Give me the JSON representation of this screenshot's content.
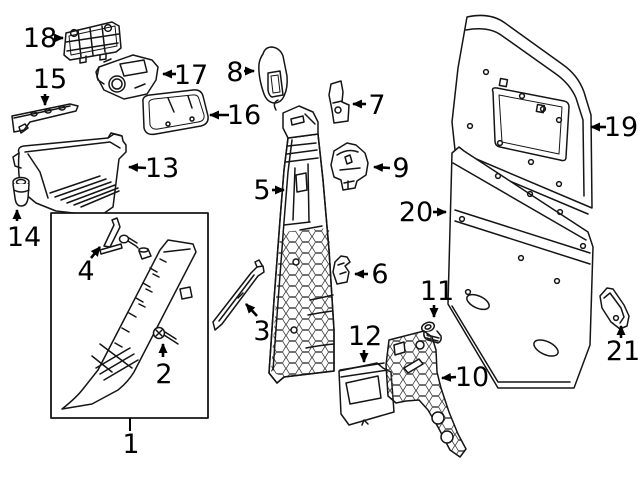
{
  "page": {
    "background_color": "#ffffff",
    "line_color": "#151515",
    "label_color": "#000000"
  },
  "diagram": {
    "type": "exploded-parts-diagram",
    "callouts": {
      "p1": "1",
      "p2": "2",
      "p3": "3",
      "p4": "4",
      "p5": "5",
      "p6": "6",
      "p7": "7",
      "p8": "8",
      "p9": "9",
      "p10": "10",
      "p11": "11",
      "p12": "12",
      "p13": "13",
      "p14": "14",
      "p15": "15",
      "p16": "16",
      "p17": "17",
      "p18": "18",
      "p19": "19",
      "p20": "20",
      "p21": "21"
    }
  }
}
